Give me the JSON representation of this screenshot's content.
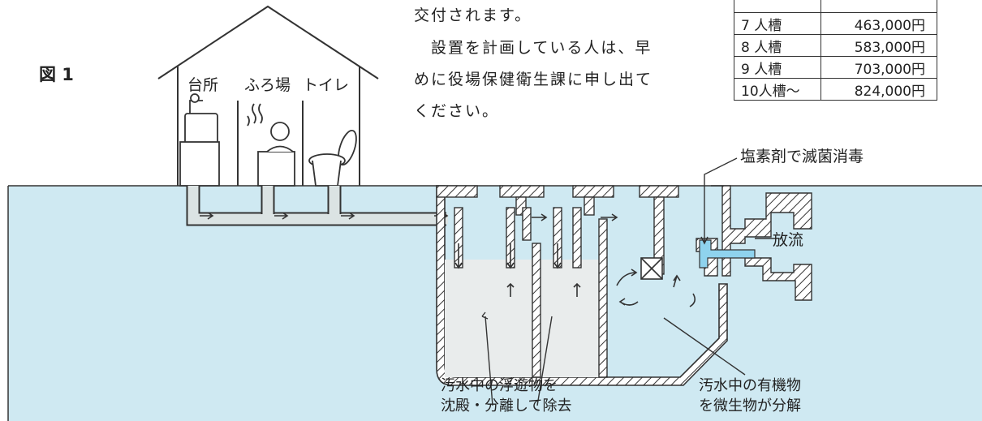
{
  "figure_label": "図 1",
  "rooms": {
    "kitchen": "台所",
    "bath": "ふろ場",
    "toilet": "トイレ"
  },
  "notice_lines": [
    "交付されます。",
    "　設置を計画している人は、早",
    "めに役場保健衛生課に申し出て",
    "ください。"
  ],
  "fee_table": [
    {
      "size": "7 人槽",
      "amount": "463,000円"
    },
    {
      "size": "8 人槽",
      "amount": "583,000円"
    },
    {
      "size": "9 人槽",
      "amount": "703,000円"
    },
    {
      "size": "10人槽～",
      "amount": "824,000円"
    }
  ],
  "callouts": {
    "chlorine": "塩素剤で滅菌消毒",
    "discharge": "放流",
    "settling_line1": "汚水中の浮遊物を",
    "settling_line2": "沈殿・分離して除去",
    "organic_line1": "汚水中の有機物",
    "organic_line2": "を微生物が分解"
  },
  "colors": {
    "ground": "#cfe9f2",
    "clear_water": "#8fd3ee",
    "sludge": "#e9ecec",
    "line": "#333333"
  }
}
